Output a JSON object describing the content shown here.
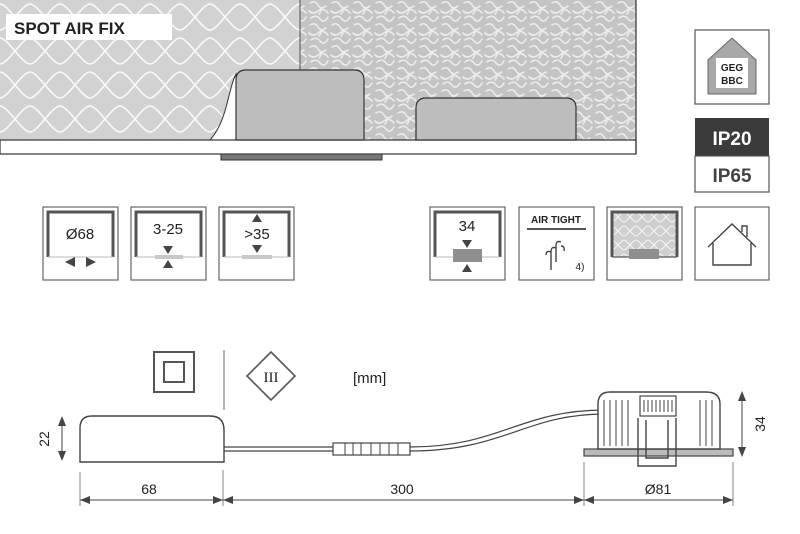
{
  "product": {
    "title": "SPOT AIR FIX"
  },
  "energy_label": {
    "line1": "GEG",
    "line2": "BBC"
  },
  "ip_ratings": [
    "IP20",
    "IP65"
  ],
  "cutout_icons": {
    "diameter": "Ø68",
    "ceiling_thickness": "3-25",
    "recess_depth": ">35",
    "installation_height": "34",
    "air_tight_label": "AIR TIGHT",
    "air_tight_note": "4)"
  },
  "protection_class": {
    "symbol": "III"
  },
  "units": "[mm]",
  "dimensions": {
    "driver_height": "22",
    "driver_length": "68",
    "cable_length": "300",
    "spot_diameter": "Ø81",
    "spot_height": "34"
  }
}
